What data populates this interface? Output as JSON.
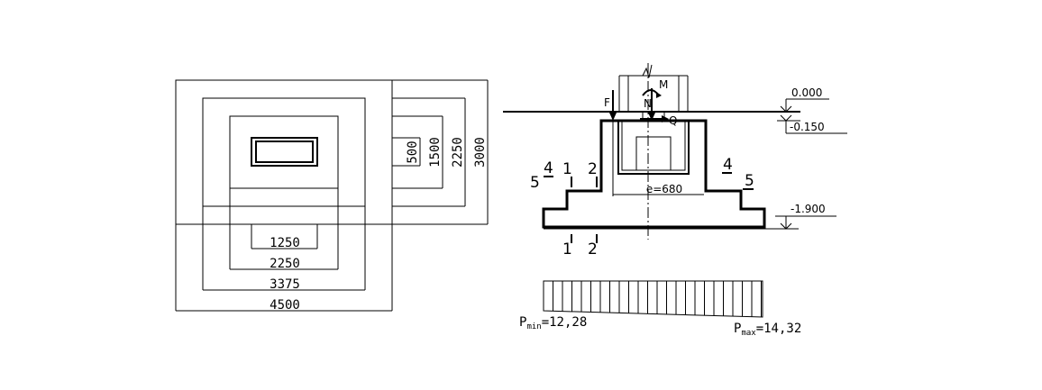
{
  "plan": {
    "dims_bottom": [
      "1250",
      "2250",
      "3375",
      "4500"
    ],
    "dims_right": [
      "500",
      "1500",
      "2250",
      "3000"
    ]
  },
  "section": {
    "forces": {
      "F": "F",
      "N": "N",
      "M": "M",
      "Q": "Q"
    },
    "eccentricity": "e=680",
    "elevations": {
      "ground": "0.000",
      "top": "-0.150",
      "bottom": "-1.900"
    },
    "section_marks": {
      "s1": "1",
      "s2": "2",
      "s4": "4",
      "s5": "5"
    }
  },
  "pressure": {
    "pmin_label": "P",
    "pmin_sub": "min",
    "pmin_value": "=12,28",
    "pmax_label": "P",
    "pmax_sub": "max",
    "pmax_value": "=14,32"
  }
}
